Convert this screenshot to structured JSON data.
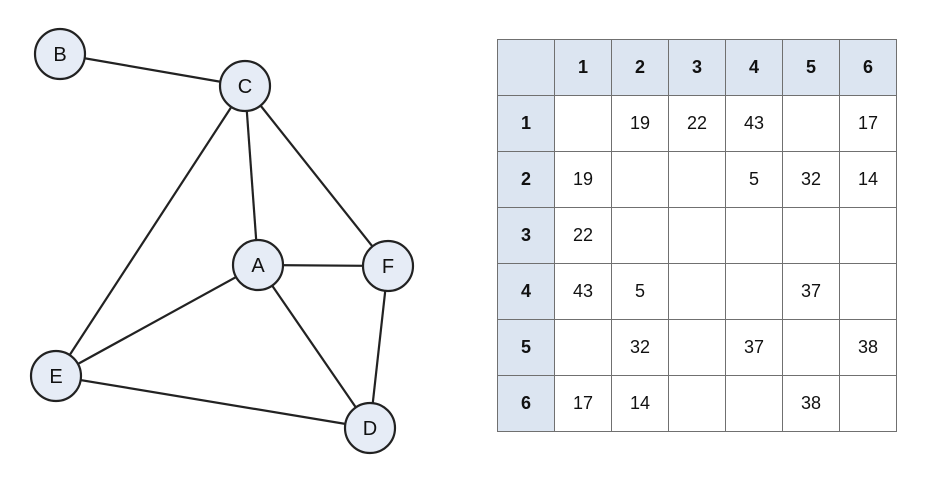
{
  "graph": {
    "nodes": [
      {
        "id": "A",
        "label": "A"
      },
      {
        "id": "B",
        "label": "B"
      },
      {
        "id": "C",
        "label": "C"
      },
      {
        "id": "D",
        "label": "D"
      },
      {
        "id": "E",
        "label": "E"
      },
      {
        "id": "F",
        "label": "F"
      }
    ],
    "edges": [
      [
        "B",
        "C"
      ],
      [
        "C",
        "A"
      ],
      [
        "C",
        "F"
      ],
      [
        "C",
        "E"
      ],
      [
        "A",
        "F"
      ],
      [
        "A",
        "E"
      ],
      [
        "A",
        "D"
      ],
      [
        "F",
        "D"
      ],
      [
        "E",
        "D"
      ]
    ],
    "node_fill": "#e6ecf6",
    "stroke_color": "#222222"
  },
  "matrix": {
    "header_fill": "#dce5f1",
    "column_headers": [
      "1",
      "2",
      "3",
      "4",
      "5",
      "6"
    ],
    "rows": [
      {
        "label": "1",
        "cells": [
          "",
          "19",
          "22",
          "43",
          "",
          "17"
        ]
      },
      {
        "label": "2",
        "cells": [
          "19",
          "",
          "",
          "5",
          "32",
          "14"
        ]
      },
      {
        "label": "3",
        "cells": [
          "22",
          "",
          "",
          "",
          "",
          ""
        ]
      },
      {
        "label": "4",
        "cells": [
          "43",
          "5",
          "",
          "",
          "37",
          ""
        ]
      },
      {
        "label": "5",
        "cells": [
          "",
          "32",
          "",
          "37",
          "",
          "38"
        ]
      },
      {
        "label": "6",
        "cells": [
          "17",
          "14",
          "",
          "",
          "38",
          ""
        ]
      }
    ]
  }
}
